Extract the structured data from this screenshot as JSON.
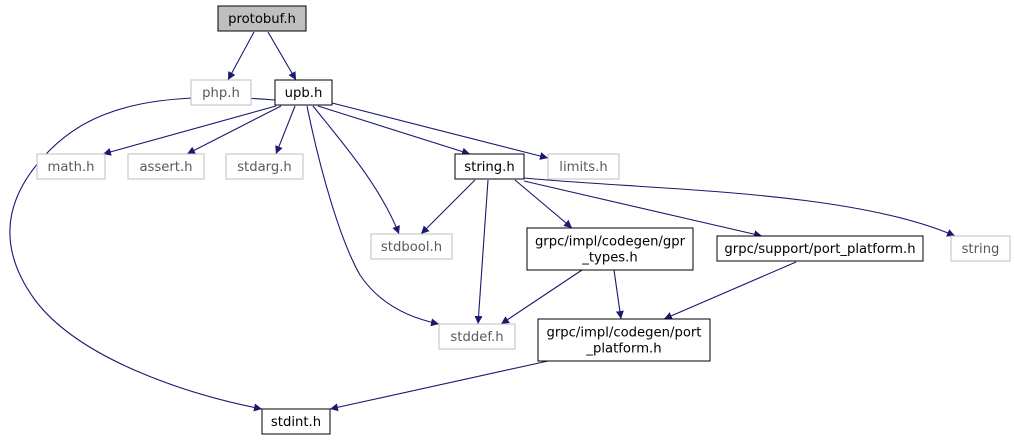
{
  "colors": {
    "edge": "#191970",
    "focus_fill": "#bfbfbf",
    "node_border": "#000000",
    "external_border": "#bfbfbf",
    "text": "#000000"
  },
  "nodes": {
    "protobuf_h": {
      "lines": [
        "protobuf.h"
      ],
      "style": "focus"
    },
    "php_h": {
      "lines": [
        "php.h"
      ],
      "style": "external"
    },
    "upb_h": {
      "lines": [
        "upb.h"
      ],
      "style": "normal"
    },
    "math_h": {
      "lines": [
        "math.h"
      ],
      "style": "external"
    },
    "assert_h": {
      "lines": [
        "assert.h"
      ],
      "style": "external"
    },
    "stdarg_h": {
      "lines": [
        "stdarg.h"
      ],
      "style": "external"
    },
    "string_h": {
      "lines": [
        "string.h"
      ],
      "style": "normal"
    },
    "limits_h": {
      "lines": [
        "limits.h"
      ],
      "style": "external"
    },
    "stdbool_h": {
      "lines": [
        "stdbool.h"
      ],
      "style": "external"
    },
    "gpr_types_h": {
      "lines": [
        "grpc/impl/codegen/gpr",
        "_types.h"
      ],
      "style": "normal"
    },
    "support_port_platform_h": {
      "lines": [
        "grpc/support/port_platform.h"
      ],
      "style": "normal"
    },
    "string": {
      "lines": [
        "string"
      ],
      "style": "external"
    },
    "stddef_h": {
      "lines": [
        "stddef.h"
      ],
      "style": "external"
    },
    "codegen_port_platform_h": {
      "lines": [
        "grpc/impl/codegen/port",
        "_platform.h"
      ],
      "style": "normal"
    },
    "stdint_h": {
      "lines": [
        "stdint.h"
      ],
      "style": "normal"
    }
  },
  "edges": [
    [
      "protobuf_h",
      "php_h"
    ],
    [
      "protobuf_h",
      "upb_h"
    ],
    [
      "upb_h",
      "math_h"
    ],
    [
      "upb_h",
      "assert_h"
    ],
    [
      "upb_h",
      "stdarg_h"
    ],
    [
      "upb_h",
      "string_h"
    ],
    [
      "upb_h",
      "limits_h"
    ],
    [
      "upb_h",
      "stdbool_h"
    ],
    [
      "upb_h",
      "stddef_h"
    ],
    [
      "upb_h",
      "stdint_h"
    ],
    [
      "string_h",
      "stdbool_h"
    ],
    [
      "string_h",
      "stddef_h"
    ],
    [
      "string_h",
      "gpr_types_h"
    ],
    [
      "string_h",
      "support_port_platform_h"
    ],
    [
      "string_h",
      "string"
    ],
    [
      "gpr_types_h",
      "stddef_h"
    ],
    [
      "gpr_types_h",
      "codegen_port_platform_h"
    ],
    [
      "support_port_platform_h",
      "codegen_port_platform_h"
    ],
    [
      "codegen_port_platform_h",
      "stdint_h"
    ]
  ]
}
